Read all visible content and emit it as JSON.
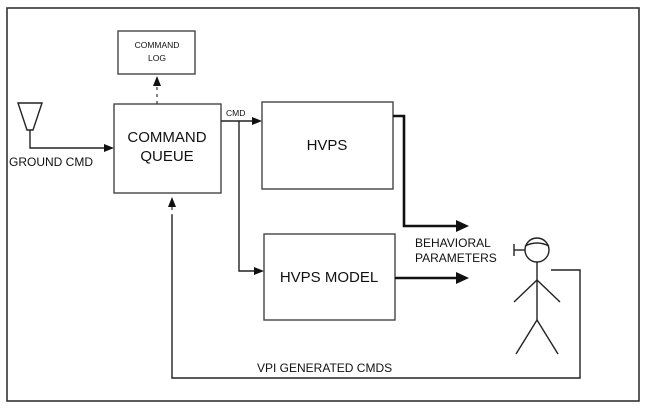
{
  "diagram": {
    "nodes": {
      "command_log": [
        "COMMAND",
        "LOG"
      ],
      "command_queue": [
        "COMMAND",
        "QUEUE"
      ],
      "hvps": "HVPS",
      "hvps_model": "HVPS MODEL"
    },
    "labels": {
      "ground_cmd": "GROUND CMD",
      "cmd": "CMD",
      "behavioral_parameters": [
        "BEHAVIORAL",
        "PARAMETERS"
      ],
      "vpi_generated_cmds": "VPI GENERATED CMDS"
    },
    "icons": {
      "antenna": "antenna-icon",
      "operator": "stick-figure-operator-icon"
    },
    "colors": {
      "line": "#222222",
      "background": "#ffffff"
    }
  }
}
